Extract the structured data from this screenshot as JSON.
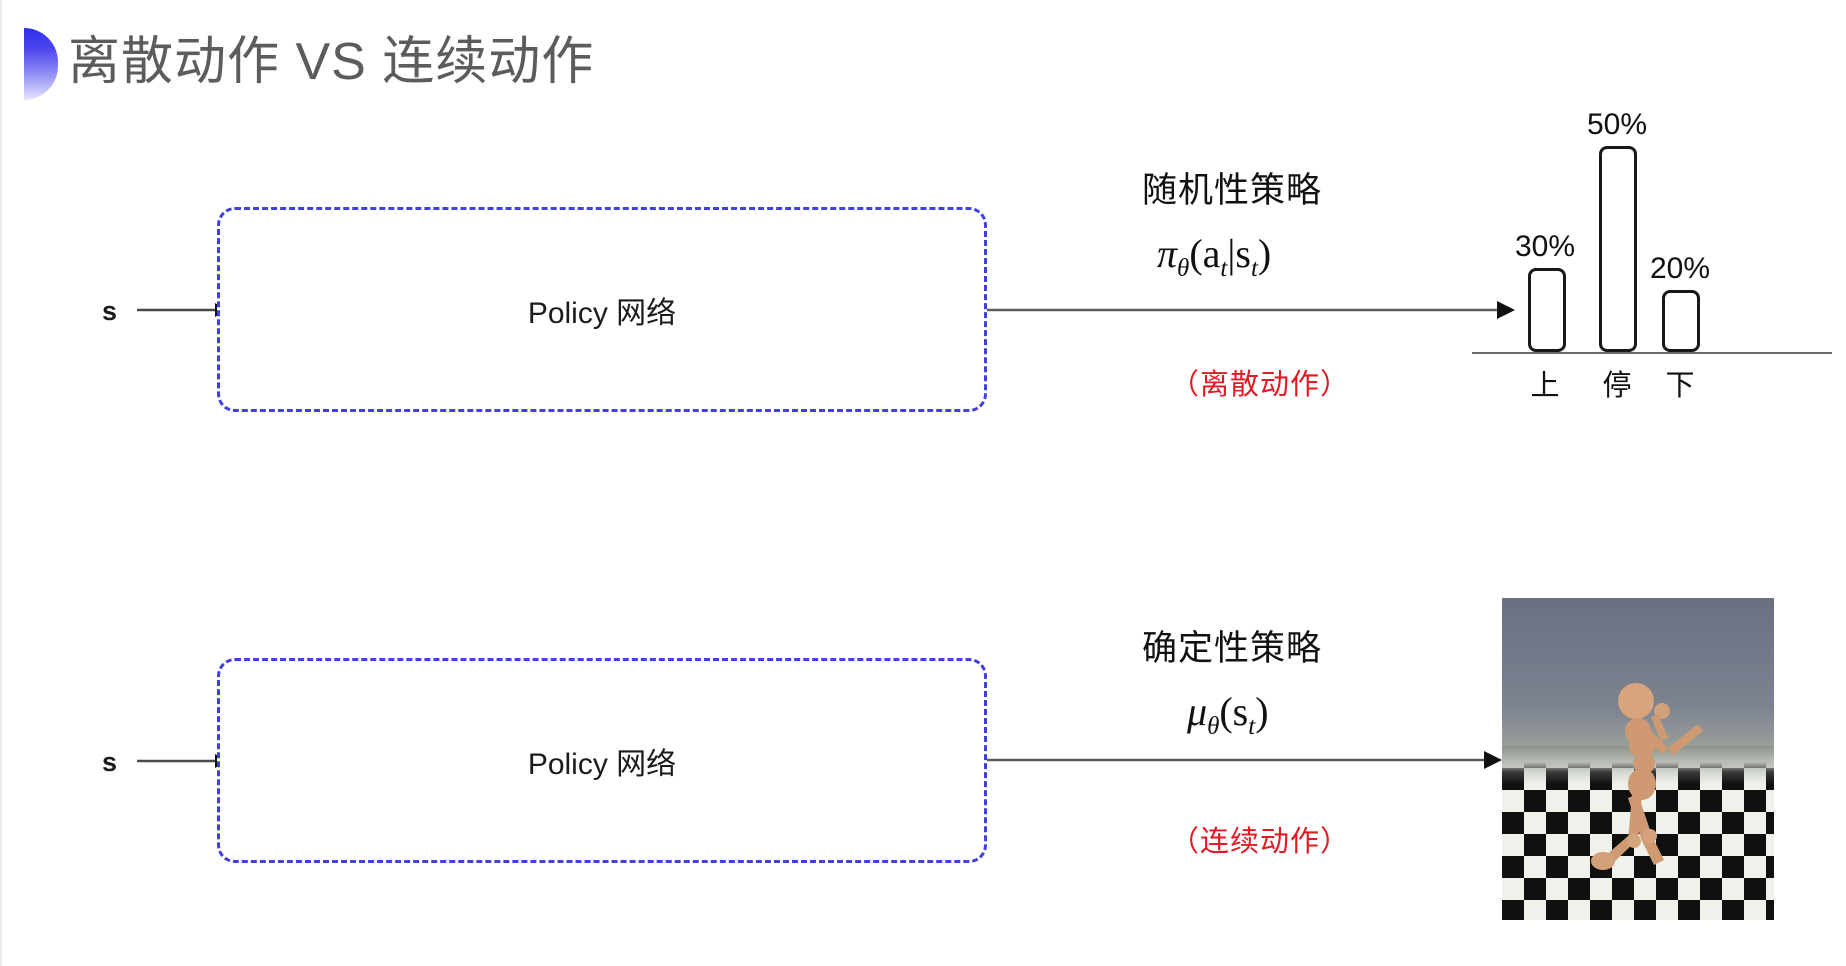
{
  "slide": {
    "title": "离散动作 VS 连续动作",
    "bullet_color": "#3b3bf0",
    "title_color": "#5c5c5c"
  },
  "rows": [
    {
      "id": "discrete",
      "state_label": "s",
      "policy_box_label": "Policy 网络",
      "policy_kind": "随机性策略",
      "formula_base": "π",
      "formula_sub": "θ",
      "formula_rest": "(a",
      "formula_sub2": "t",
      "formula_mid": "|s",
      "formula_sub3": "t",
      "formula_end": ")",
      "action_kind": "（离散动作）",
      "action_kind_color": "#e01b24",
      "box_border_color": "#4040e0"
    },
    {
      "id": "continuous",
      "state_label": "s",
      "policy_box_label": "Policy 网络",
      "policy_kind": "确定性策略",
      "formula_base": "μ",
      "formula_sub": "θ",
      "formula_rest": "(s",
      "formula_sub2": "t",
      "formula_mid": "",
      "formula_sub3": "",
      "formula_end": ")",
      "action_kind": "（连续动作）",
      "action_kind_color": "#e01b24",
      "box_border_color": "#4040e0"
    }
  ],
  "chart_data": {
    "type": "bar",
    "title": "",
    "xlabel": "",
    "ylabel": "",
    "categories": [
      "上",
      "停",
      "下"
    ],
    "values": [
      30,
      50,
      20
    ],
    "value_labels": [
      "30%",
      "50%",
      "20%"
    ],
    "ylim": [
      0,
      60
    ],
    "grid": false,
    "legend": "none",
    "bar_style": {
      "fill": "#ffffff",
      "stroke": "#181818",
      "corner_radius": 8
    },
    "baseline_color": "#6e6e6e"
  },
  "simulation": {
    "caption": "",
    "scene": "humanoid-on-checkerboard",
    "sky_color": "#6d7382",
    "floor_colors": [
      "#101010",
      "#eef2ea"
    ],
    "body_color": "#cf9a72"
  }
}
